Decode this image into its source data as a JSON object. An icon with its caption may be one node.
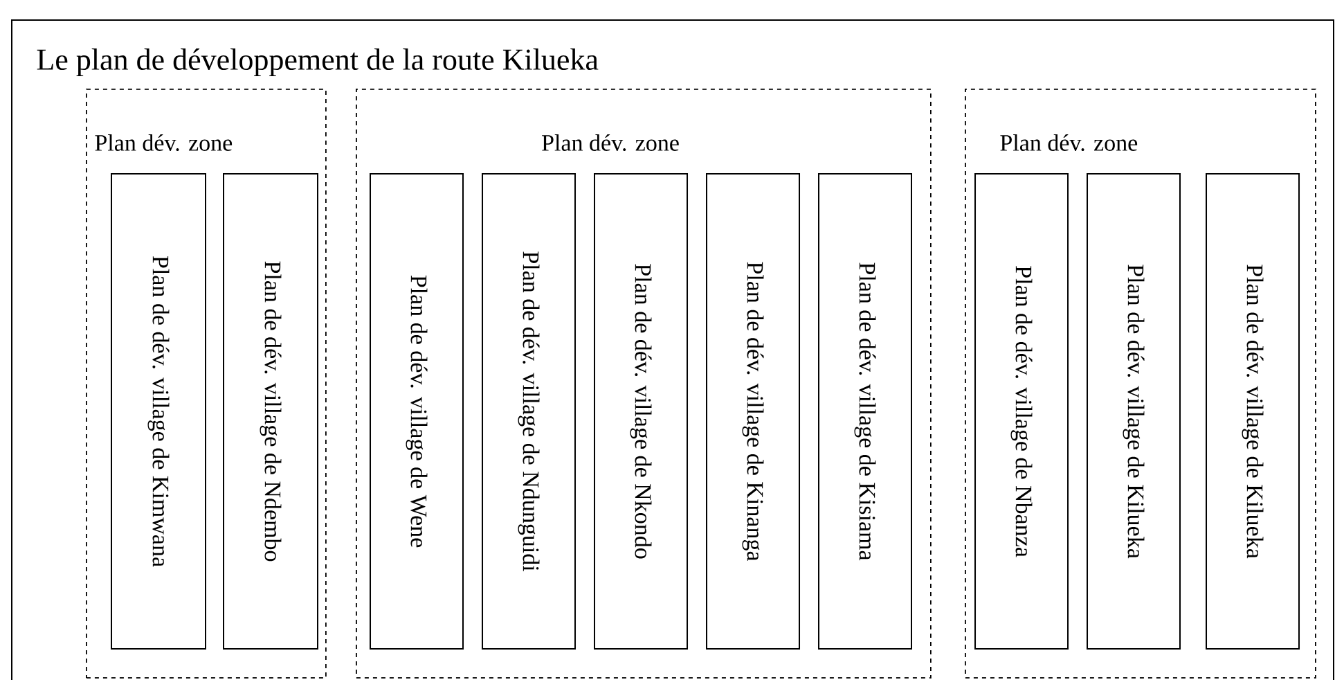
{
  "diagram": {
    "nodes": [
      {
        "text": [
          "Le plan de développement de la route Kilueka"
        ]
      },
      {
        "text": [
          "Plan dév. zone"
        ],
        "in": 0
      },
      {
        "text": [
          "Plan de dév. village de Kimwana"
        ],
        "in": 1
      },
      {
        "text": [
          "Plan de dév. village de Ndembo"
        ],
        "in": 1
      },
      {
        "text": [
          "Plan dév. zone"
        ],
        "in": 0
      },
      {
        "text": [
          "Plan de dév. village de Wene"
        ],
        "in": 4
      },
      {
        "text": [
          "Plan de dév. village de Ndunguidi"
        ],
        "in": 4
      },
      {
        "text": [
          "Plan de dév. village de Nkondo"
        ],
        "in": 4
      },
      {
        "text": [
          "Plan de dév. village de Kinanga"
        ],
        "in": 4
      },
      {
        "text": [
          "Plan de dév. village de Kisiama"
        ],
        "in": 4
      },
      {
        "text": [
          "Plan dév. zone"
        ],
        "in": 0
      },
      {
        "text": [
          "Plan de dév. village de Nbanza"
        ],
        "in": 10
      },
      {
        "text": [
          "Plan de dév. village de Kilueka"
        ],
        "in": 10
      },
      {
        "text": [
          "Plan de dév. village de Kilueka"
        ],
        "in": 10
      }
    ]
  }
}
